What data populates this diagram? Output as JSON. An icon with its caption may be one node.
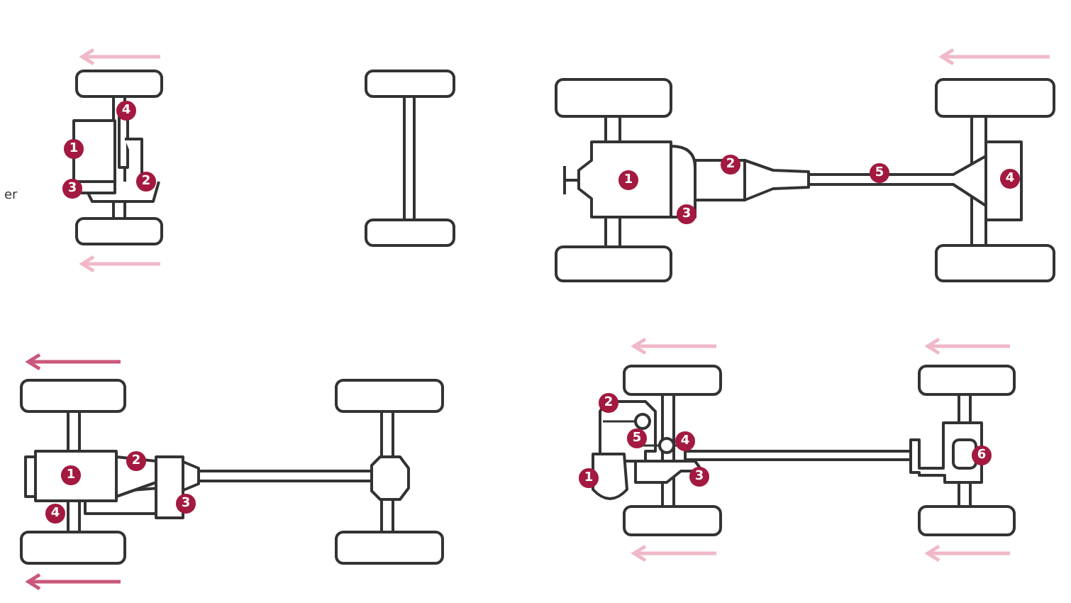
{
  "diagram": {
    "labels": [
      "4",
      "1",
      "2",
      "er",
      "3",
      "1",
      "2",
      "5",
      "4",
      "3",
      "2",
      "1",
      "3",
      "4",
      "2",
      "5",
      "4",
      "6",
      "1",
      "3"
    ]
  }
}
